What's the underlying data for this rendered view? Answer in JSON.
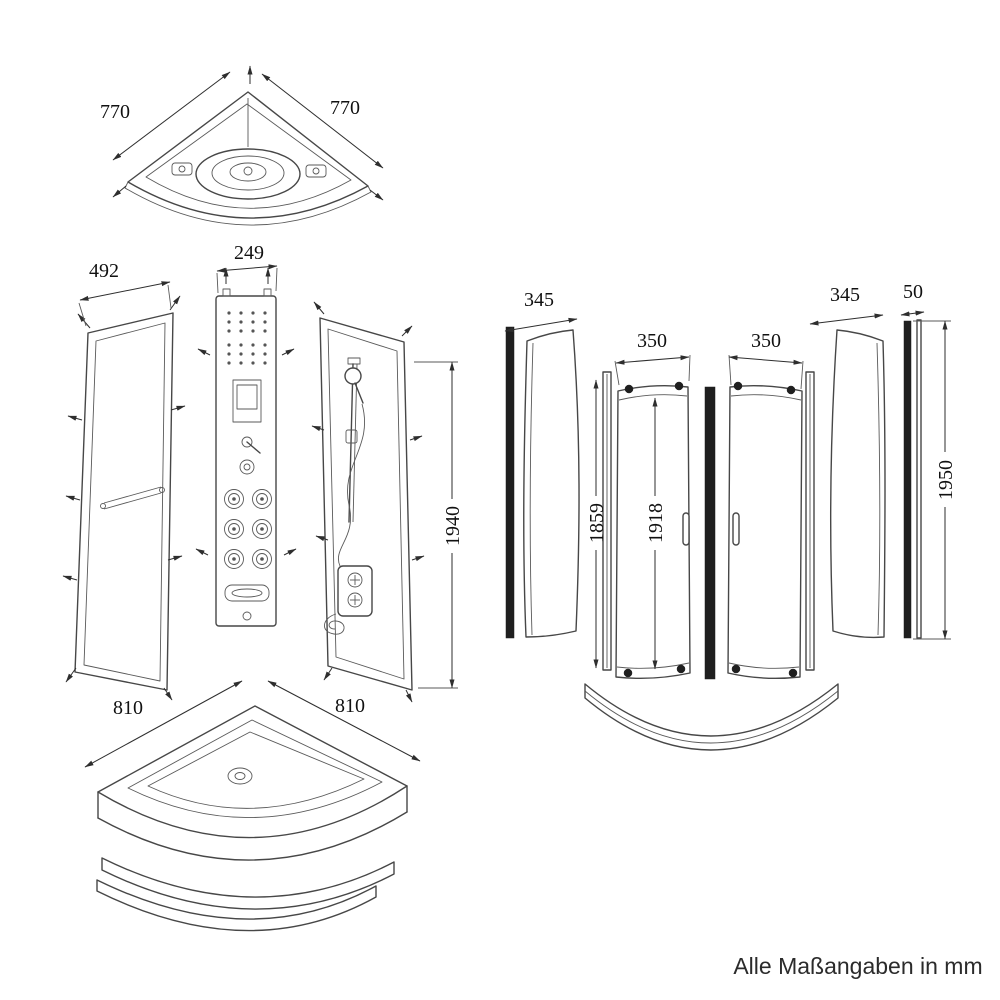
{
  "caption": "Alle Maßangaben in mm",
  "dims": {
    "roof_left": "770",
    "roof_right": "770",
    "back_panel": "492",
    "column": "249",
    "panel_height": "1940",
    "curve_left": "345",
    "curve_right": "345",
    "profile_width": "50",
    "door_left": "350",
    "door_right": "350",
    "strip_height": "1859",
    "door_height": "1918",
    "side_height": "1950",
    "tray_left": "810",
    "tray_right": "810"
  }
}
